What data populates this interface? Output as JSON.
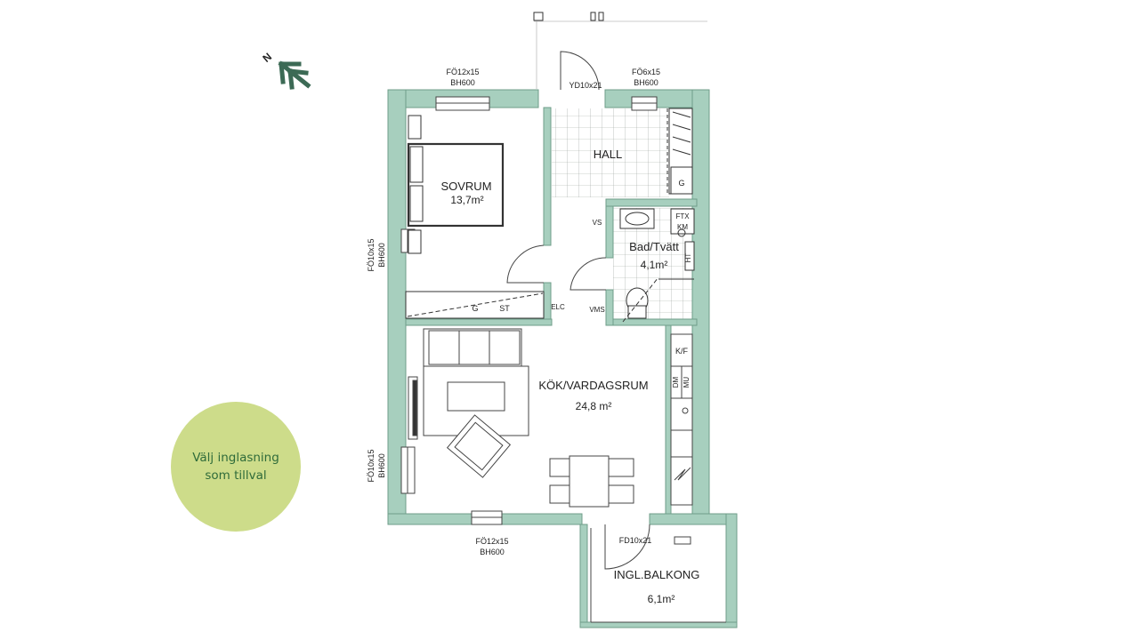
{
  "compass": {
    "letter": "N"
  },
  "rooms": {
    "sovrum": {
      "name": "SOVRUM",
      "area": "13,7m²"
    },
    "hall": {
      "name": "HALL"
    },
    "bad": {
      "name": "Bad/Tvätt",
      "area": "4,1m²"
    },
    "kok": {
      "name": "KÖK/VARDAGSRUM",
      "area": "24,8 m²"
    },
    "balkong": {
      "name": "INGL.BALKONG",
      "area": "6,1m²"
    }
  },
  "openings": {
    "top_left": {
      "type": "FÖ12x15",
      "height": "BH600"
    },
    "top_right": {
      "type": "FÖ6x15",
      "height": "BH600"
    },
    "entry_door": "YD10x21",
    "left_upper": {
      "type": "FÖ10x15",
      "height": "BH600"
    },
    "left_lower": {
      "type": "FÖ10x15",
      "height": "BH600"
    },
    "bottom": {
      "type": "FÖ12x15",
      "height": "BH600"
    },
    "balcony_door": "FD10x21"
  },
  "fixtures": {
    "hall_g": "G",
    "closet_g": "G",
    "closet_st": "ST",
    "elc": "ELC",
    "vms": "VMS",
    "vs": "VS",
    "ftx": "FTX",
    "km": "KM",
    "ht": "HT",
    "kf": "K/F",
    "dm": "DM",
    "mu": "MU"
  },
  "badge": {
    "line1": "Välj inglasning",
    "line2": "som tillval"
  }
}
